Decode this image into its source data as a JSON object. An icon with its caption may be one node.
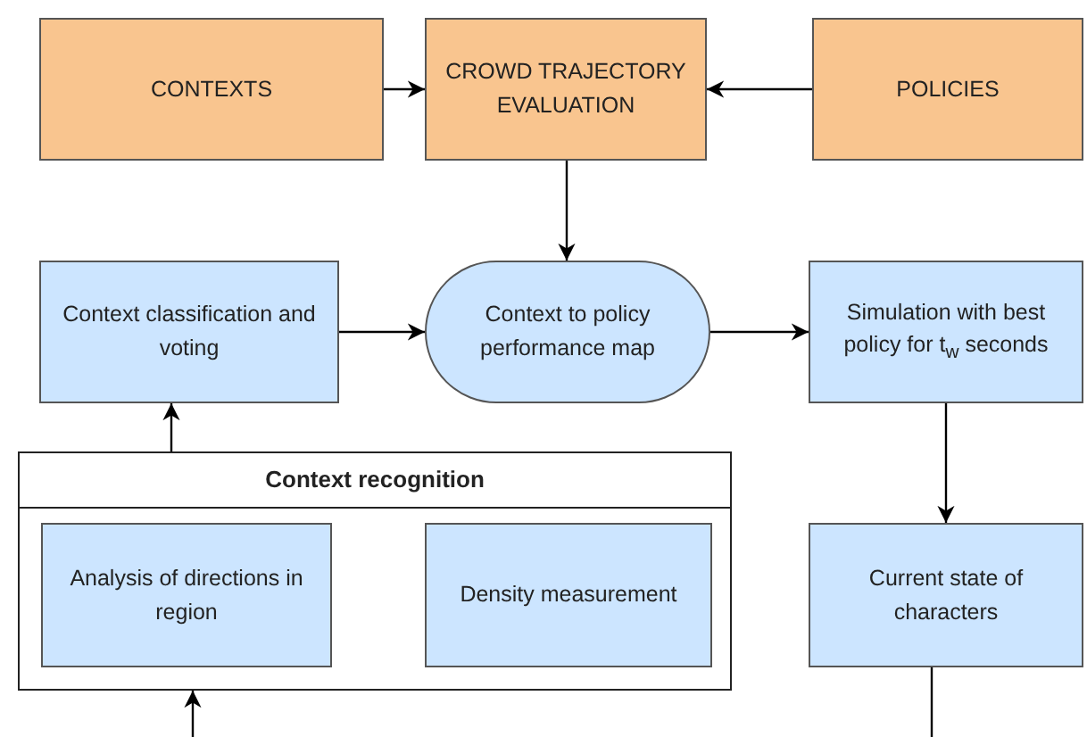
{
  "diagram": {
    "nodes": [
      {
        "text": [
          "CONTEXTS"
        ]
      },
      {
        "text": [
          "CROWD TRAJECTORY EVALUATION"
        ]
      },
      {
        "text": [
          "POLICIES"
        ]
      },
      {
        "text": [
          "Context classification and voting"
        ]
      },
      {
        "text": [
          "Context to policy performance map"
        ]
      },
      {
        "text": [
          "Simulation with best policy for t$_{w}$ seconds"
        ]
      },
      {
        "text": [
          "Context recognition"
        ]
      },
      {
        "text": [
          "Analysis of directions in region"
        ],
        "in": 6
      },
      {
        "text": [
          "Density measurement"
        ],
        "in": 6
      },
      {
        "text": [
          "Current state of characters"
        ]
      }
    ],
    "edges": [
      {
        "from": 0,
        "to": 1,
        "arrow": "to"
      },
      {
        "from": 2,
        "to": 1,
        "arrow": "to"
      },
      {
        "from": 1,
        "to": 4,
        "arrow": "to"
      },
      {
        "from": 3,
        "to": 4,
        "arrow": "to"
      },
      {
        "from": 4,
        "to": 5,
        "arrow": "to"
      },
      {
        "from": 5,
        "to": 9,
        "arrow": "to"
      },
      {
        "from": 6,
        "to": 3,
        "arrow": "to"
      },
      {
        "from": null,
        "to": 6,
        "arrow": "to"
      },
      {
        "from": 9,
        "to": null,
        "arrow": "none"
      }
    ]
  }
}
